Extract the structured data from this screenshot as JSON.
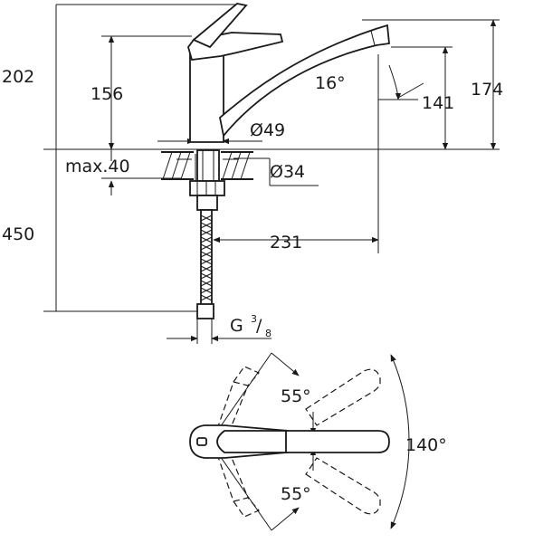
{
  "side_view": {
    "dim_total_height": "202",
    "dim_body_height": "156",
    "dim_spout_height": "174",
    "dim_outlet_height": "141",
    "dim_angle": "16°",
    "dim_base_diameter": "Ø49",
    "dim_max_thickness": "max.40",
    "dim_hole_diameter": "Ø34",
    "dim_hose_length": "450",
    "dim_spout_reach": "231",
    "connection_g": "G",
    "connection_num": "3",
    "connection_slash": "/",
    "connection_den": "8"
  },
  "top_view": {
    "angle_upper": "55°",
    "angle_lower": "55°",
    "angle_total": "140°"
  }
}
